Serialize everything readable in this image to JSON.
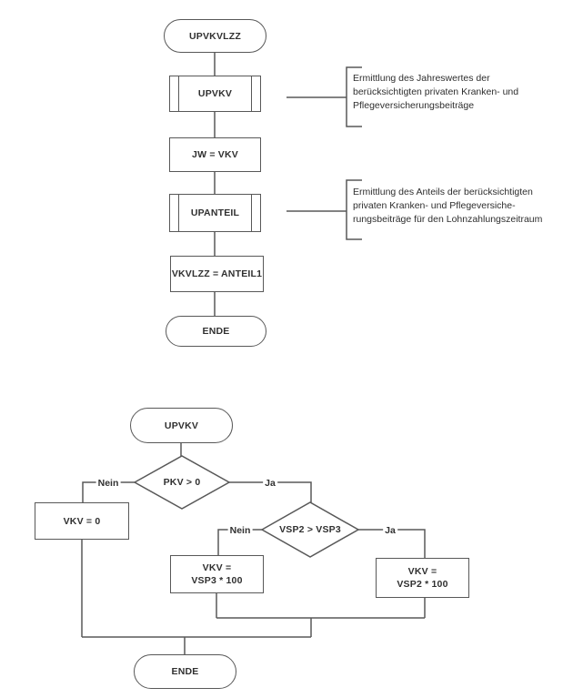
{
  "colors": {
    "stroke": "#585858",
    "text": "#303030",
    "background": "#ffffff"
  },
  "chart_upvkvlzz": {
    "start": "UPVKVLZZ",
    "subroutine1": "UPVKV",
    "process1": "JW = VKV",
    "subroutine2": "UPANTEIL",
    "process2": "VKVLZZ = ANTEIL1",
    "end": "ENDE",
    "annotation1": {
      "line1": "Ermittlung des Jahreswertes der",
      "line2": "berücksichtigten privaten Kranken- und",
      "line3": "Pflegeversicherungsbeiträge"
    },
    "annotation2": {
      "line1": "Ermittlung des Anteils der berücksichtigten",
      "line2": "privaten Kranken- und Pflegeversiche-",
      "line3": "rungsbeiträge für den Lohnzahlungszeitraum"
    }
  },
  "chart_upvkv": {
    "start": "UPVKV",
    "decision1": "PKV > 0",
    "branch_no1": "Nein",
    "branch_yes1": "Ja",
    "process_zero": "VKV = 0",
    "decision2": "VSP2 > VSP3",
    "branch_no2": "Nein",
    "branch_yes2": "Ja",
    "process_vsp3": {
      "line1": "VKV =",
      "line2": "VSP3 * 100"
    },
    "process_vsp2": {
      "line1": "VKV =",
      "line2": "VSP2 * 100"
    },
    "end": "ENDE"
  }
}
